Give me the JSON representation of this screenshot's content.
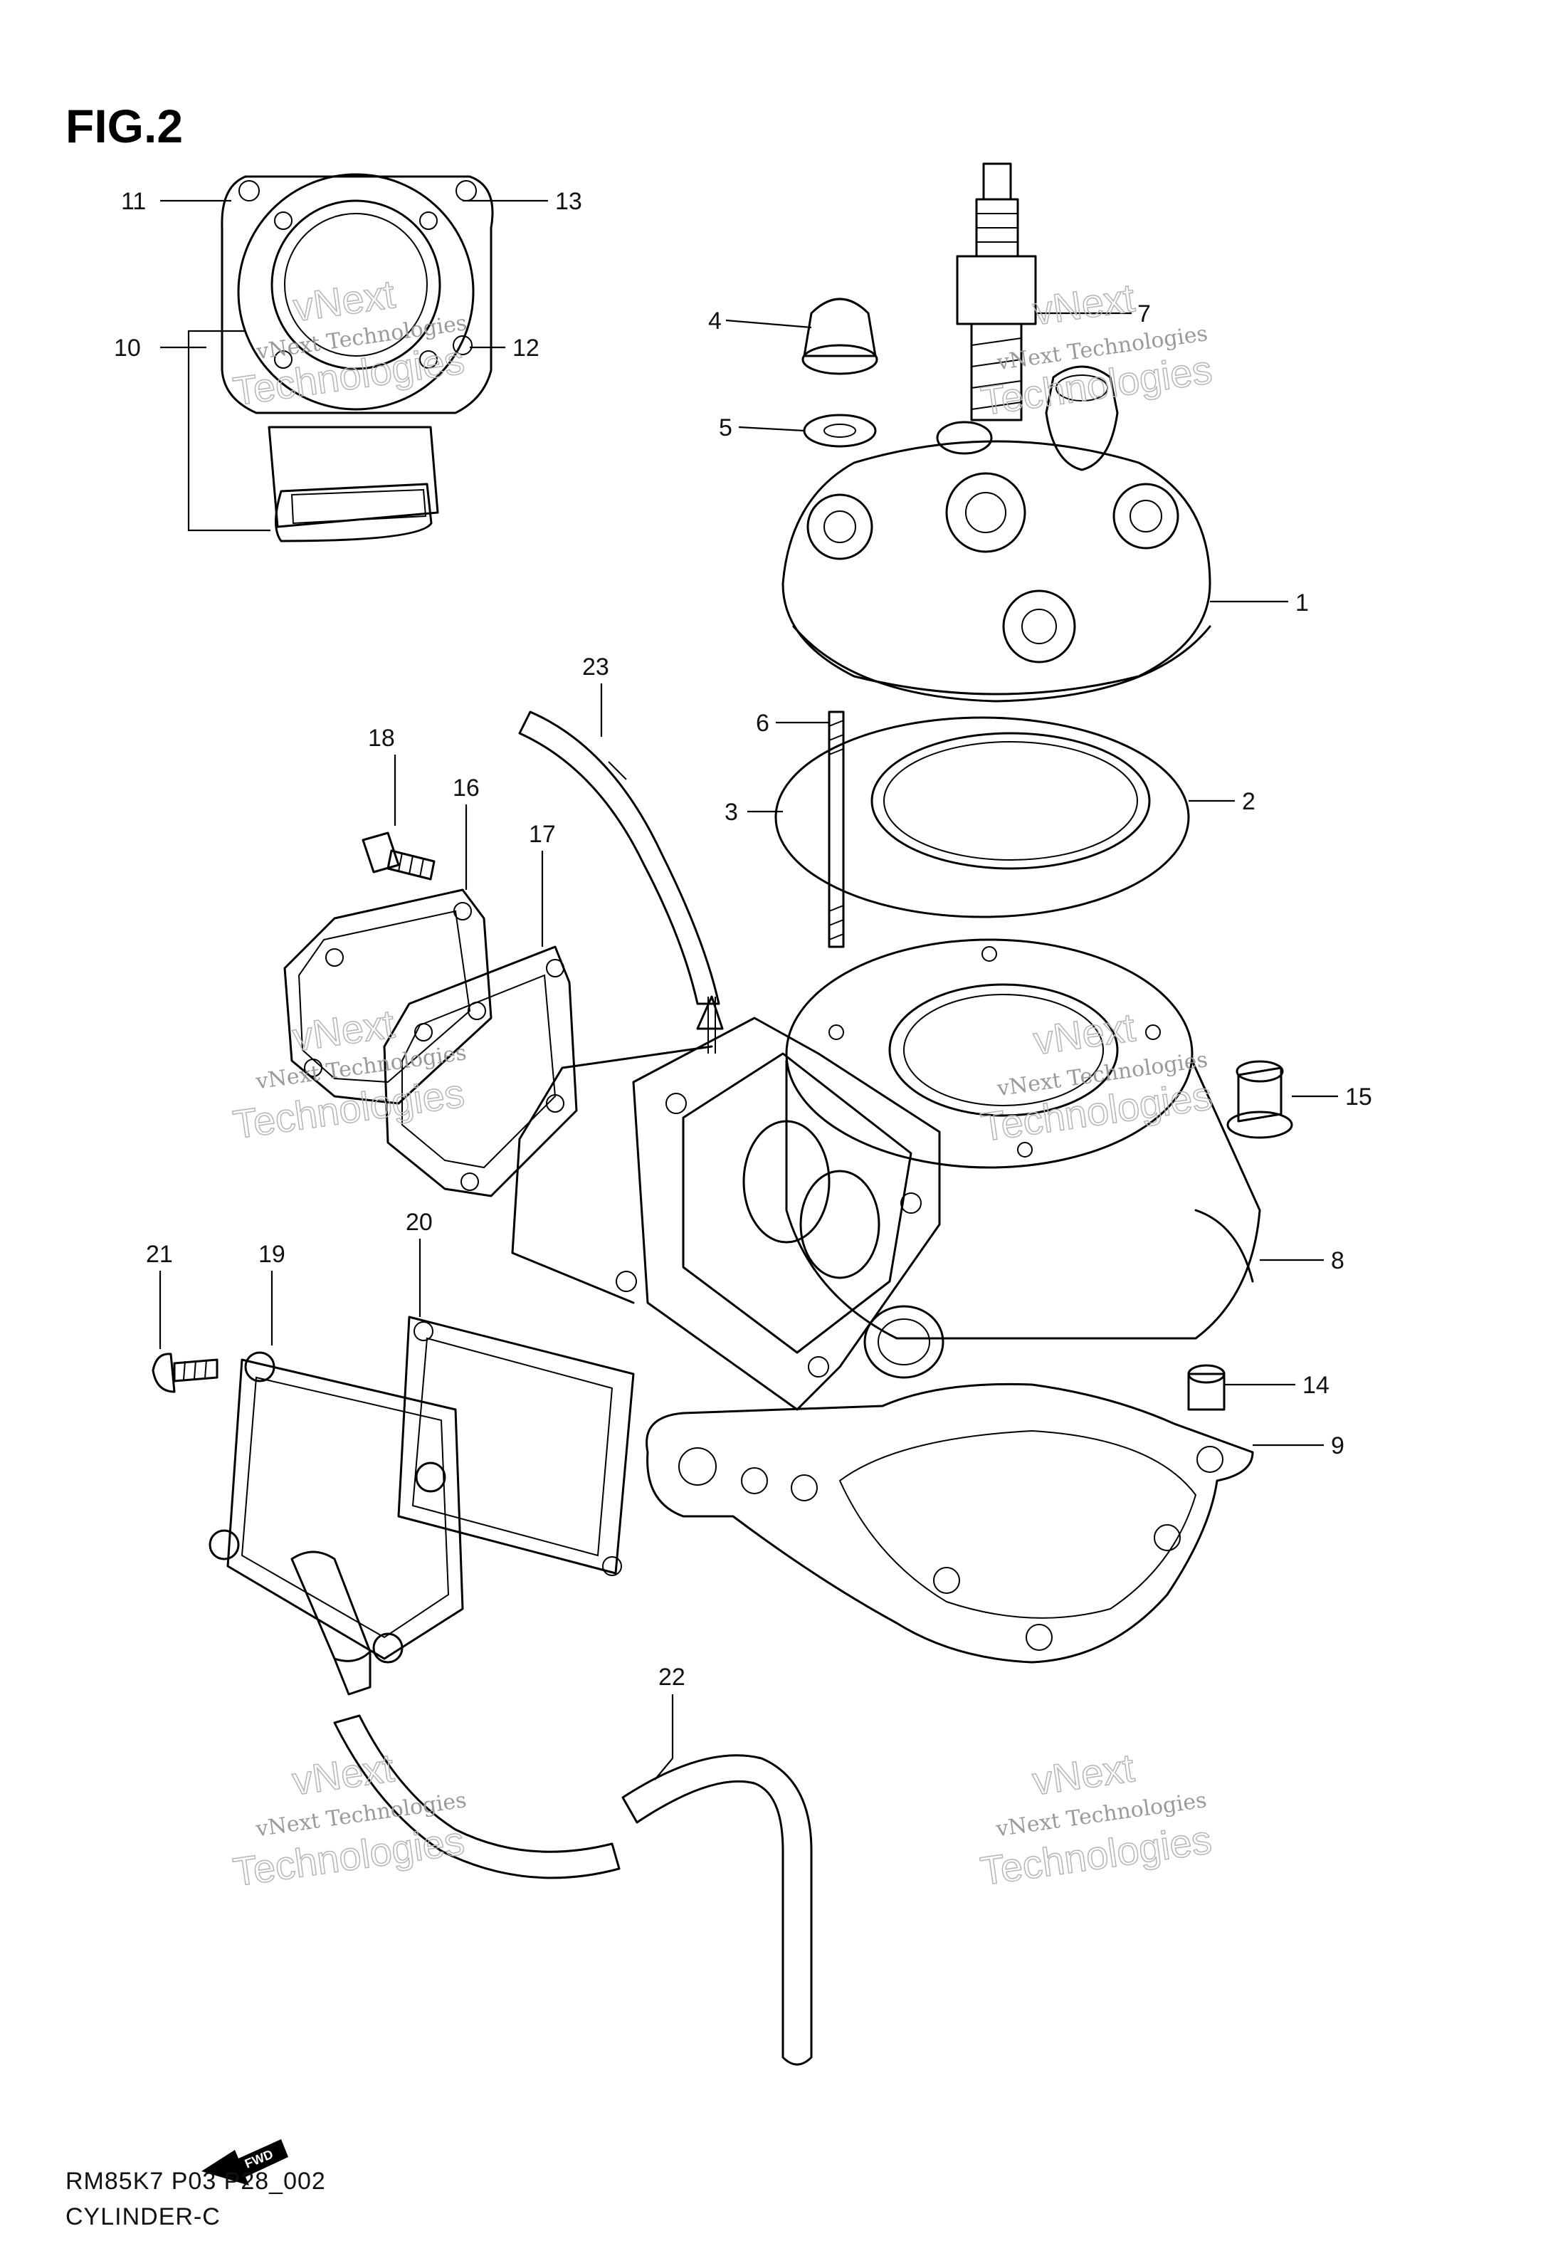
{
  "figure": {
    "title": "FIG.2"
  },
  "footer": {
    "line1": "RM85K7 P03 P28_002",
    "line2": "CYLINDER-C"
  },
  "watermark": {
    "line1": "vNext Technologies",
    "line2": "vNext",
    "line3": "Technologies"
  },
  "fwd_arrow": {
    "label": "FWD"
  },
  "callouts": [
    "1",
    "2",
    "3",
    "4",
    "5",
    "6",
    "7",
    "8",
    "9",
    "10",
    "11",
    "12",
    "13",
    "14",
    "15",
    "16",
    "17",
    "18",
    "19",
    "20",
    "21",
    "22",
    "23"
  ]
}
